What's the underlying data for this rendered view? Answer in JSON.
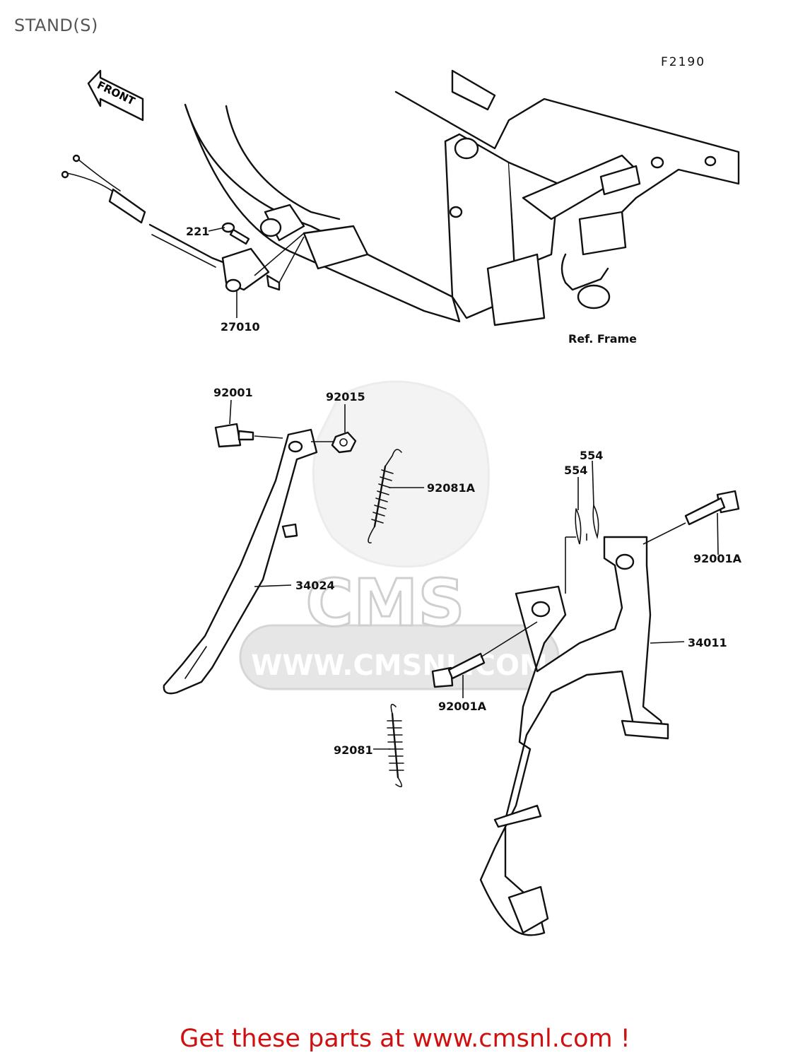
{
  "page": {
    "title": "STAND(S)",
    "diagram_code": "F2190"
  },
  "front_marker": {
    "text": "FRONT"
  },
  "labels": [
    {
      "id": "221",
      "text": "221"
    },
    {
      "id": "27010",
      "text": "27010"
    },
    {
      "id": "ref-frame",
      "text": "Ref. Frame"
    },
    {
      "id": "92001",
      "text": "92001"
    },
    {
      "id": "92015",
      "text": "92015"
    },
    {
      "id": "92081a",
      "text": "92081A"
    },
    {
      "id": "554-top",
      "text": "554"
    },
    {
      "id": "554-bottom",
      "text": "554"
    },
    {
      "id": "92001a-right",
      "text": "92001A"
    },
    {
      "id": "34024",
      "text": "34024"
    },
    {
      "id": "34011",
      "text": "34011"
    },
    {
      "id": "92001a-bottom",
      "text": "92001A"
    },
    {
      "id": "92081",
      "text": "92081"
    }
  ],
  "watermark": {
    "brand": "CMS",
    "url": "WWW.CMSNL.COM"
  },
  "footer": {
    "text": "Get these parts at www.cmsnl.com !"
  }
}
